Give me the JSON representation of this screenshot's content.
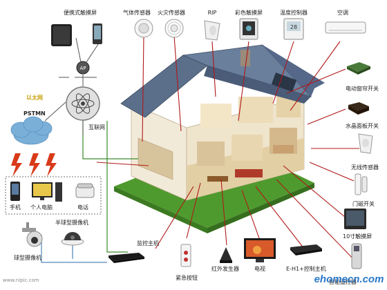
{
  "diagram": {
    "top_devices": {
      "portable_touchscreen": "便携式触摸屏",
      "gas_sensor": "气体传感器",
      "fire_sensor": "火灾传感器",
      "rip": "RIP",
      "color_touchscreen": "彩色触摸屏",
      "thermostat": "温度控制器",
      "air_conditioner": "空调"
    },
    "network": {
      "ap": "AP",
      "ethernet": "以太网",
      "pstmn": "PSTMN",
      "internet": "互联网"
    },
    "right_devices": {
      "curtain_switch": "电动窗帘开关",
      "crystal_switch": "水晶面板开关",
      "wireless_sensor": "无线传感器",
      "door_magnet": "门磁开关",
      "touch_10inch": "10寸触摸屏",
      "smart_remote": "智能遥控器"
    },
    "left_devices": {
      "phone": "手机",
      "pc": "个人电脑",
      "telephone": "电话",
      "half_ball_camera": "半球型摄像机",
      "ball_camera": "球型摄像机"
    },
    "bottom_devices": {
      "host": "监控主机",
      "panic_button": "紧急按钮",
      "ir_transmitter": "红外发生器",
      "tv": "电视",
      "h1_host": "E-H1+控制主机"
    },
    "watermarks": {
      "left": "www.nipic.com",
      "right": "ehomecn.com"
    },
    "colors": {
      "wire_red": "#b01818",
      "wire_green": "#3a8a2a",
      "wire_blue": "#2a6aaa",
      "cloud": "#7ab0d8",
      "lawn": "#4f9a2e"
    }
  }
}
